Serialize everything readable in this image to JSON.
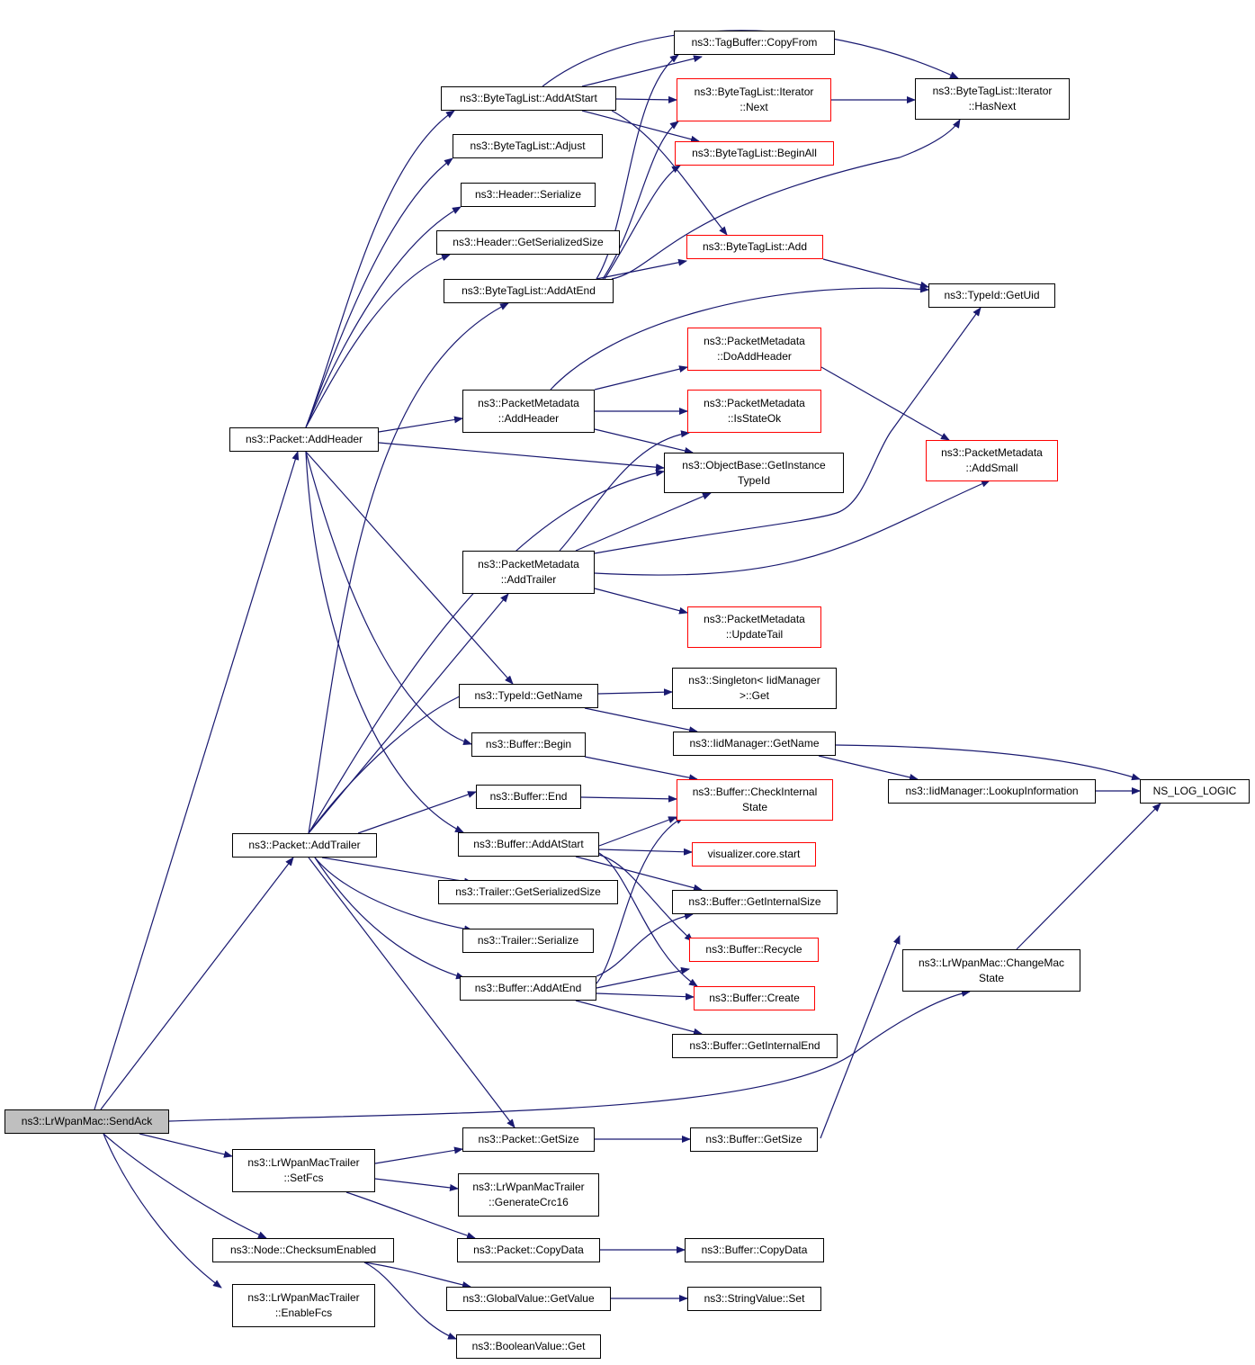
{
  "colors": {
    "edge": "#191970",
    "node_border": "#000000",
    "truncated_border": "#ff0000",
    "root_fill": "#bfbfbf"
  },
  "nodes": [
    {
      "id": "root",
      "lines": [
        "ns3::LrWpanMac::SendAck"
      ]
    },
    {
      "id": "pAddHeader",
      "lines": [
        "ns3::Packet::AddHeader"
      ]
    },
    {
      "id": "pAddTrailer",
      "lines": [
        "ns3::Packet::AddTrailer"
      ]
    },
    {
      "id": "tSetFcs",
      "lines": [
        "ns3::LrWpanMacTrailer",
        "::SetFcs"
      ]
    },
    {
      "id": "nodeChecksum",
      "lines": [
        "ns3::Node::ChecksumEnabled"
      ]
    },
    {
      "id": "tEnableFcs",
      "lines": [
        "ns3::LrWpanMacTrailer",
        "::EnableFcs"
      ]
    },
    {
      "id": "btlAddAtStart",
      "lines": [
        "ns3::ByteTagList::AddAtStart"
      ]
    },
    {
      "id": "btlAdjust",
      "lines": [
        "ns3::ByteTagList::Adjust"
      ]
    },
    {
      "id": "hSerialize",
      "lines": [
        "ns3::Header::Serialize"
      ]
    },
    {
      "id": "hGetSer",
      "lines": [
        "ns3::Header::GetSerializedSize"
      ]
    },
    {
      "id": "btlAddAtEnd",
      "lines": [
        "ns3::ByteTagList::AddAtEnd"
      ]
    },
    {
      "id": "pmAddHeader",
      "lines": [
        "ns3::PacketMetadata",
        "::AddHeader"
      ]
    },
    {
      "id": "pmAddTrailer",
      "lines": [
        "ns3::PacketMetadata",
        "::AddTrailer"
      ]
    },
    {
      "id": "tidGetName",
      "lines": [
        "ns3::TypeId::GetName"
      ]
    },
    {
      "id": "bufBegin",
      "lines": [
        "ns3::Buffer::Begin"
      ]
    },
    {
      "id": "bufEnd",
      "lines": [
        "ns3::Buffer::End"
      ]
    },
    {
      "id": "bufAddAtStart",
      "lines": [
        "ns3::Buffer::AddAtStart"
      ]
    },
    {
      "id": "trGetSer",
      "lines": [
        "ns3::Trailer::GetSerializedSize"
      ]
    },
    {
      "id": "trSerialize",
      "lines": [
        "ns3::Trailer::Serialize"
      ]
    },
    {
      "id": "bufAddAtEnd",
      "lines": [
        "ns3::Buffer::AddAtEnd"
      ]
    },
    {
      "id": "pGetSize",
      "lines": [
        "ns3::Packet::GetSize"
      ]
    },
    {
      "id": "genCrc",
      "lines": [
        "ns3::LrWpanMacTrailer",
        "::GenerateCrc16"
      ]
    },
    {
      "id": "pCopyData",
      "lines": [
        "ns3::Packet::CopyData"
      ]
    },
    {
      "id": "gvGetValue",
      "lines": [
        "ns3::GlobalValue::GetValue"
      ]
    },
    {
      "id": "bvGet",
      "lines": [
        "ns3::BooleanValue::Get"
      ]
    },
    {
      "id": "tbCopyFrom",
      "lines": [
        "ns3::TagBuffer::CopyFrom"
      ]
    },
    {
      "id": "btlIterNext",
      "lines": [
        "ns3::ByteTagList::Iterator",
        "::Next"
      ]
    },
    {
      "id": "btlBeginAll",
      "lines": [
        "ns3::ByteTagList::BeginAll"
      ]
    },
    {
      "id": "btlAdd",
      "lines": [
        "ns3::ByteTagList::Add"
      ]
    },
    {
      "id": "pmDoAddHeader",
      "lines": [
        "ns3::PacketMetadata",
        "::DoAddHeader"
      ]
    },
    {
      "id": "pmIsStateOk",
      "lines": [
        "ns3::PacketMetadata",
        "::IsStateOk"
      ]
    },
    {
      "id": "obGetInst",
      "lines": [
        "ns3::ObjectBase::GetInstance",
        "TypeId"
      ]
    },
    {
      "id": "pmUpdateTail",
      "lines": [
        "ns3::PacketMetadata",
        "::UpdateTail"
      ]
    },
    {
      "id": "singletonGet",
      "lines": [
        "ns3::Singleton< IidManager",
        ">::Get"
      ]
    },
    {
      "id": "iidGetName",
      "lines": [
        "ns3::IidManager::GetName"
      ]
    },
    {
      "id": "bufCheckInt",
      "lines": [
        "ns3::Buffer::CheckInternal",
        "State"
      ]
    },
    {
      "id": "vizStart",
      "lines": [
        "visualizer.core.start"
      ]
    },
    {
      "id": "bufGetIntSize",
      "lines": [
        "ns3::Buffer::GetInternalSize"
      ]
    },
    {
      "id": "bufRecycle",
      "lines": [
        "ns3::Buffer::Recycle"
      ]
    },
    {
      "id": "bufCreate",
      "lines": [
        "ns3::Buffer::Create"
      ]
    },
    {
      "id": "bufGetIntEnd",
      "lines": [
        "ns3::Buffer::GetInternalEnd"
      ]
    },
    {
      "id": "bufGetSize",
      "lines": [
        "ns3::Buffer::GetSize"
      ]
    },
    {
      "id": "bufCopyData",
      "lines": [
        "ns3::Buffer::CopyData"
      ]
    },
    {
      "id": "svSet",
      "lines": [
        "ns3::StringValue::Set"
      ]
    },
    {
      "id": "btlIterHasNext",
      "lines": [
        "ns3::ByteTagList::Iterator",
        "::HasNext"
      ]
    },
    {
      "id": "tidGetUid",
      "lines": [
        "ns3::TypeId::GetUid"
      ]
    },
    {
      "id": "pmAddSmall",
      "lines": [
        "ns3::PacketMetadata",
        "::AddSmall"
      ]
    },
    {
      "id": "iidLookup",
      "lines": [
        "ns3::IidManager::LookupInformation"
      ]
    },
    {
      "id": "lrChangeMac",
      "lines": [
        "ns3::LrWpanMac::ChangeMac",
        "State"
      ]
    },
    {
      "id": "nsLogLogic",
      "lines": [
        "NS_LOG_LOGIC"
      ]
    }
  ]
}
